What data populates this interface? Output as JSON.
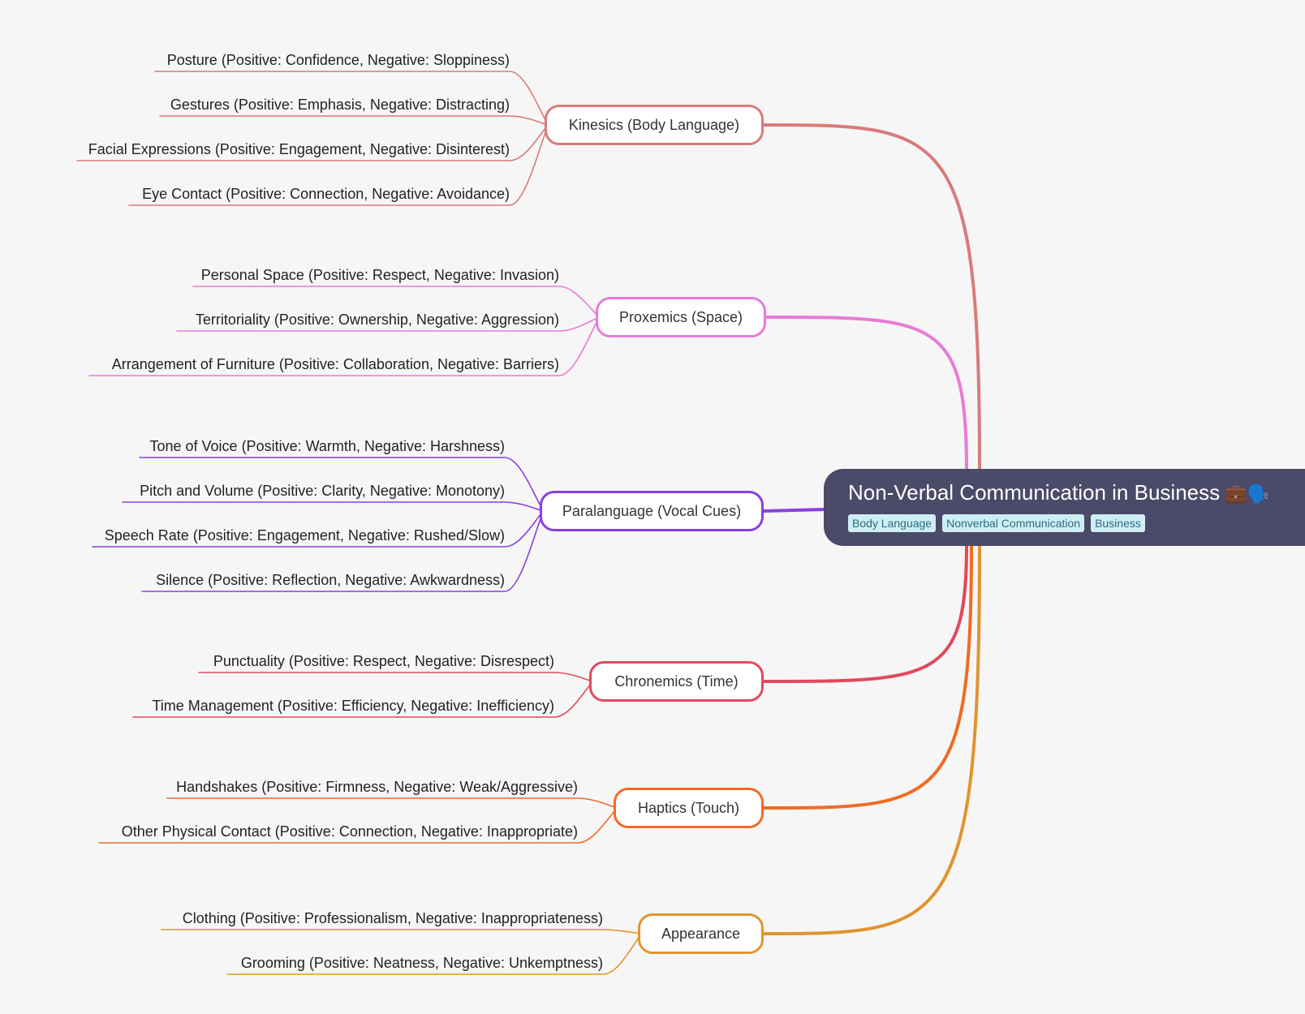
{
  "root": {
    "title": "Non-Verbal Communication in Business",
    "emoji": "💼🗣️",
    "tags": [
      "Body Language",
      "Nonverbal Communication",
      "Business"
    ]
  },
  "branches": [
    {
      "id": "kinesics",
      "label": "Kinesics (Body Language)",
      "color": "#d97a7a",
      "children": [
        "Posture (Positive: Confidence, Negative: Sloppiness)",
        "Gestures (Positive: Emphasis, Negative: Distracting)",
        "Facial Expressions (Positive: Engagement, Negative: Disinterest)",
        "Eye Contact (Positive: Connection, Negative: Avoidance)"
      ]
    },
    {
      "id": "proxemics",
      "label": "Proxemics (Space)",
      "color": "#e87bd6",
      "children": [
        "Personal Space (Positive: Respect, Negative: Invasion)",
        "Territoriality (Positive: Ownership, Negative: Aggression)",
        "Arrangement of Furniture (Positive: Collaboration, Negative: Barriers)"
      ]
    },
    {
      "id": "paralanguage",
      "label": "Paralanguage (Vocal Cues)",
      "color": "#8a3fe0",
      "children": [
        "Tone of Voice (Positive: Warmth, Negative: Harshness)",
        "Pitch and Volume (Positive: Clarity, Negative: Monotony)",
        "Speech Rate (Positive: Engagement, Negative: Rushed/Slow)",
        "Silence (Positive: Reflection, Negative: Awkwardness)"
      ]
    },
    {
      "id": "chronemics",
      "label": "Chronemics (Time)",
      "color": "#e04a5c",
      "children": [
        "Punctuality (Positive: Respect, Negative: Disrespect)",
        "Time Management (Positive: Efficiency, Negative: Inefficiency)"
      ]
    },
    {
      "id": "haptics",
      "label": "Haptics (Touch)",
      "color": "#f26a22",
      "children": [
        "Handshakes (Positive: Firmness, Negative: Weak/Aggressive)",
        "Other Physical Contact (Positive: Connection, Negative: Inappropriate)"
      ]
    },
    {
      "id": "appearance",
      "label": "Appearance",
      "color": "#e0952e",
      "children": [
        "Clothing (Positive: Professionalism, Negative: Inappropriateness)",
        "Grooming (Positive: Neatness, Negative: Unkemptness)"
      ]
    }
  ]
}
